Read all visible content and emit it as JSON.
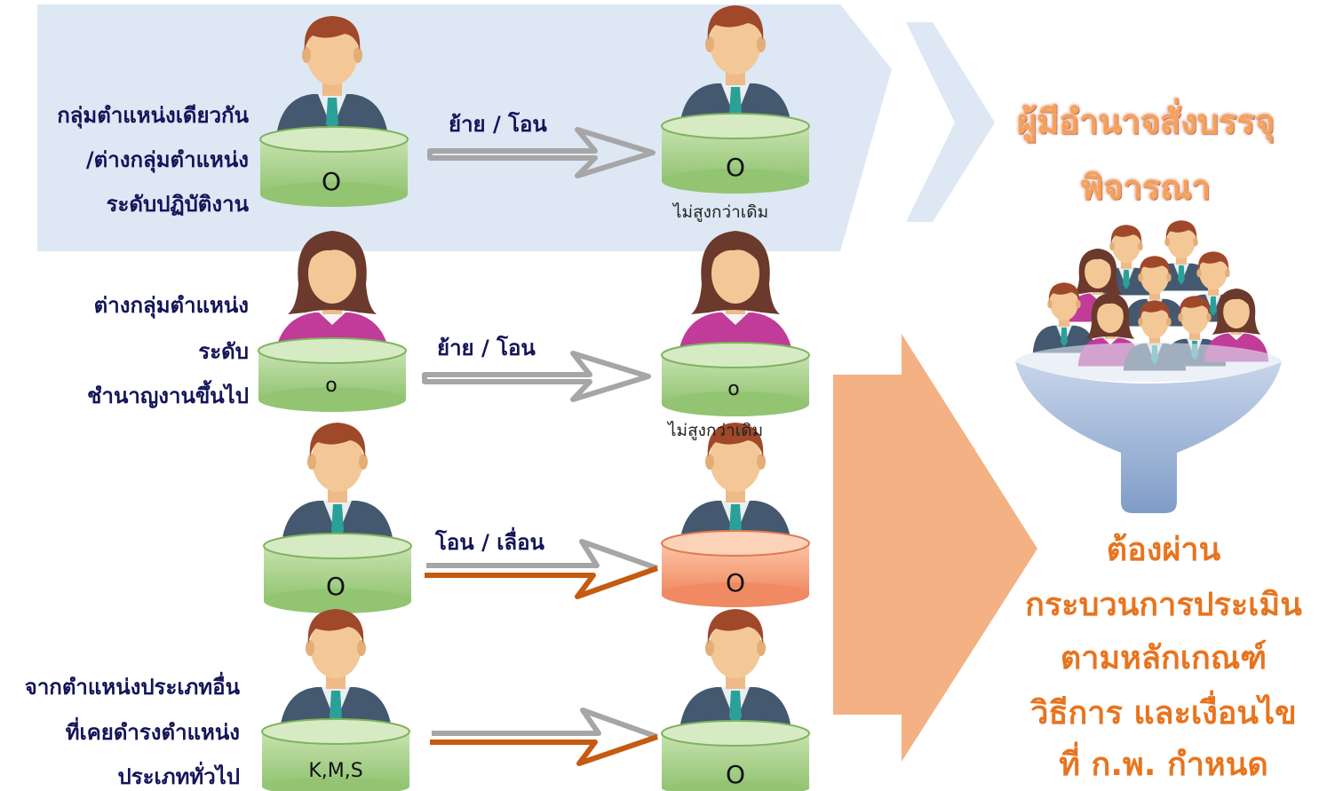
{
  "rows": [
    {
      "left_label": [
        "กลุ่มตำแหน่งเดียวกัน",
        "/ต่างกลุ่มตำแหน่ง",
        "ระดับปฏิบัติงาน"
      ],
      "action": "ย้าย  /  โอน",
      "source_code": "O",
      "target_code": "O",
      "target_note": "ไม่สูงกว่าเดิม"
    },
    {
      "left_label": [
        "ต่างกลุ่มตำแหน่ง",
        "ระดับ",
        "ชำนาญงานขึ้นไป"
      ],
      "action": "ย้าย  /  โอน",
      "source_code": "o",
      "target_code": "o",
      "target_note": "ไม่สูงกว่าเดิม"
    },
    {
      "left_label": [],
      "action": "โอน  /  เลื่อน",
      "source_code": "O",
      "target_code": "O",
      "target_note": ""
    },
    {
      "left_label": [
        "จากตำแหน่งประเภทอื่น",
        "ที่เคยดำรงตำแหน่ง",
        "ประเภททั่วไป"
      ],
      "action": "",
      "source_code": "K,M,S",
      "target_code": "O",
      "target_note": ""
    }
  ],
  "authority": [
    "ผู้มีอำนาจสั่งบรรจุ",
    "พิจารณา"
  ],
  "process": [
    "ต้องผ่าน",
    "กระบวนการประเมิน",
    "ตามหลักเกณฑ์",
    "วิธีการ  และเงื่อนไข",
    "ที่  ก.พ.  กำหนด"
  ],
  "colors": {
    "top_band": "#dde8f4",
    "big_arrow": "#f4b183",
    "podium_green": "#a9d18e",
    "podium_orange": "#f8a883",
    "arrow_gray": "#a6a6a6",
    "arrow_brown": "#c55a11",
    "label_text": "#14145a",
    "process_text": "#e8741f",
    "funnel": "#8ea9d2"
  }
}
